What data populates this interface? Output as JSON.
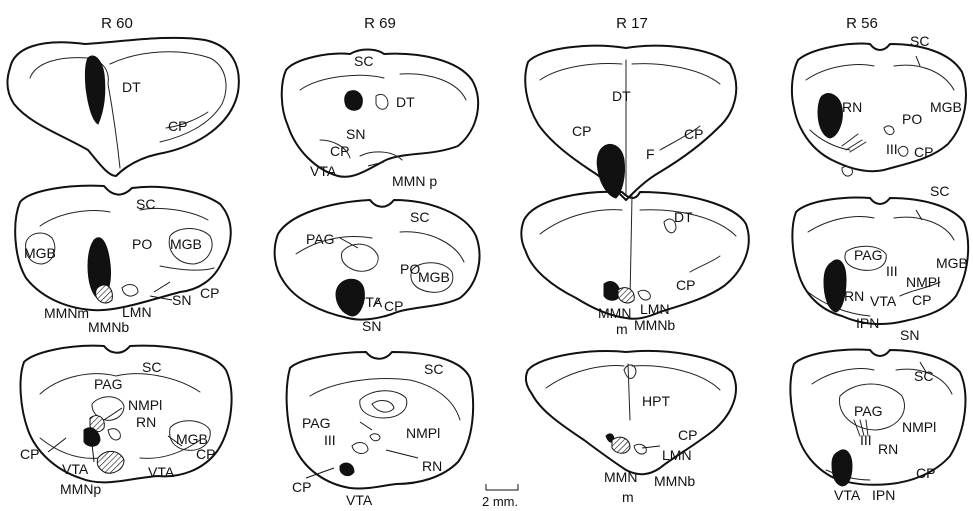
{
  "headers": [
    "R 60",
    "R 69",
    "R 17",
    "R 56"
  ],
  "scale": "2 mm.",
  "labels": {
    "r60a": [
      "DT",
      "CP"
    ],
    "r60b": [
      "SC",
      "PO",
      "MGB",
      "MGB",
      "MMNm",
      "MMNb",
      "LMN",
      "SN",
      "CP"
    ],
    "r60c": [
      "SC",
      "PAG",
      "NMPl",
      "RN",
      "MGB",
      "CP",
      "VTA",
      "VTA",
      "CP",
      "MMNp"
    ],
    "r69a": [
      "SC",
      "DT",
      "SN",
      "CP",
      "VTA",
      "MMN p"
    ],
    "r69b": [
      "SC",
      "PAG",
      "PO",
      "MGB",
      "VTA",
      "CP",
      "SN"
    ],
    "r69c": [
      "SC",
      "PAG",
      "III",
      "NMPl",
      "RN",
      "CP",
      "VTA"
    ],
    "r17a": [
      "DT",
      "CP",
      "F",
      "CP"
    ],
    "r17b": [
      "DT",
      "CP",
      "MMN",
      "LMN",
      "m",
      "MMNb"
    ],
    "r17c": [
      "HPT",
      "CP",
      "LMN",
      "MMN",
      "MMNb",
      "m"
    ],
    "r56a": [
      "SC",
      "MGB",
      "RN",
      "PO",
      "III",
      "CP"
    ],
    "r56b": [
      "SC",
      "PAG",
      "III",
      "NMPl",
      "MGB",
      "RN",
      "VTA",
      "CP",
      "IPN",
      "SN"
    ],
    "r56c": [
      "SC",
      "PAG",
      "III",
      "NMPl",
      "RN",
      "CP",
      "VTA",
      "IPN"
    ]
  }
}
